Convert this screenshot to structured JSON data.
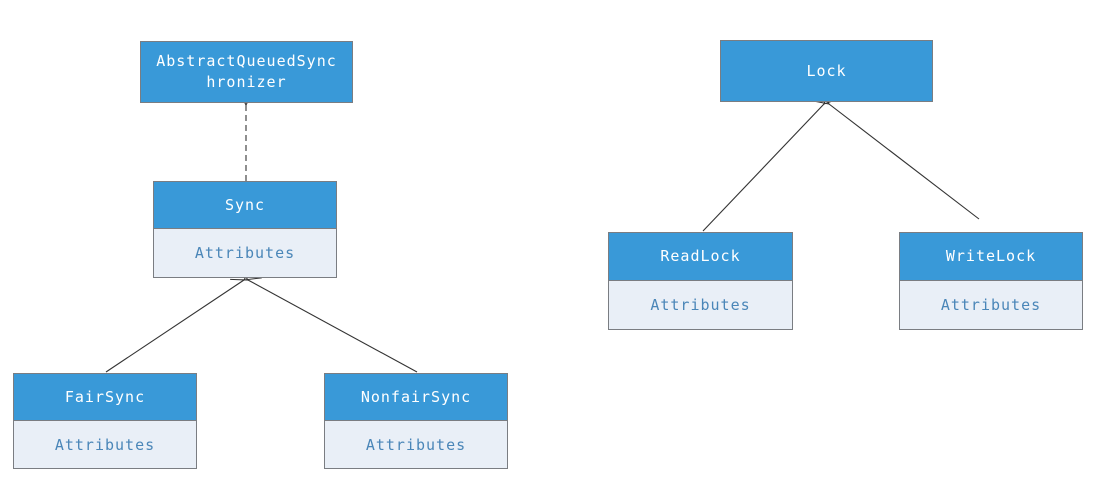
{
  "diagram": {
    "colors": {
      "node_header_fill": "#3999d8",
      "node_header_text": "#ffffff",
      "node_body_fill": "#e9eff7",
      "node_body_text": "#4a86b8",
      "node_border": "#7a7d82",
      "edge_stroke": "#333333"
    },
    "nodes": {
      "aqs": {
        "label": "AbstractQueuedSync\nhronizer"
      },
      "sync": {
        "label": "Sync",
        "attributes_label": "Attributes"
      },
      "fairsync": {
        "label": "FairSync",
        "attributes_label": "Attributes"
      },
      "nonfairsync": {
        "label": "NonfairSync",
        "attributes_label": "Attributes"
      },
      "lock": {
        "label": "Lock"
      },
      "readlock": {
        "label": "ReadLock",
        "attributes_label": "Attributes"
      },
      "writelock": {
        "label": "WriteLock",
        "attributes_label": "Attributes"
      }
    },
    "edges": [
      {
        "from": "Sync",
        "to": "AbstractQueuedSynchronizer",
        "line": "dashed",
        "arrowhead": "open"
      },
      {
        "from": "FairSync",
        "to": "Sync",
        "line": "solid",
        "arrowhead": "open"
      },
      {
        "from": "NonfairSync",
        "to": "Sync",
        "line": "solid",
        "arrowhead": "open"
      },
      {
        "from": "ReadLock",
        "to": "Lock",
        "line": "solid",
        "arrowhead": "open"
      },
      {
        "from": "WriteLock",
        "to": "Lock",
        "line": "solid",
        "arrowhead": "open"
      }
    ]
  }
}
